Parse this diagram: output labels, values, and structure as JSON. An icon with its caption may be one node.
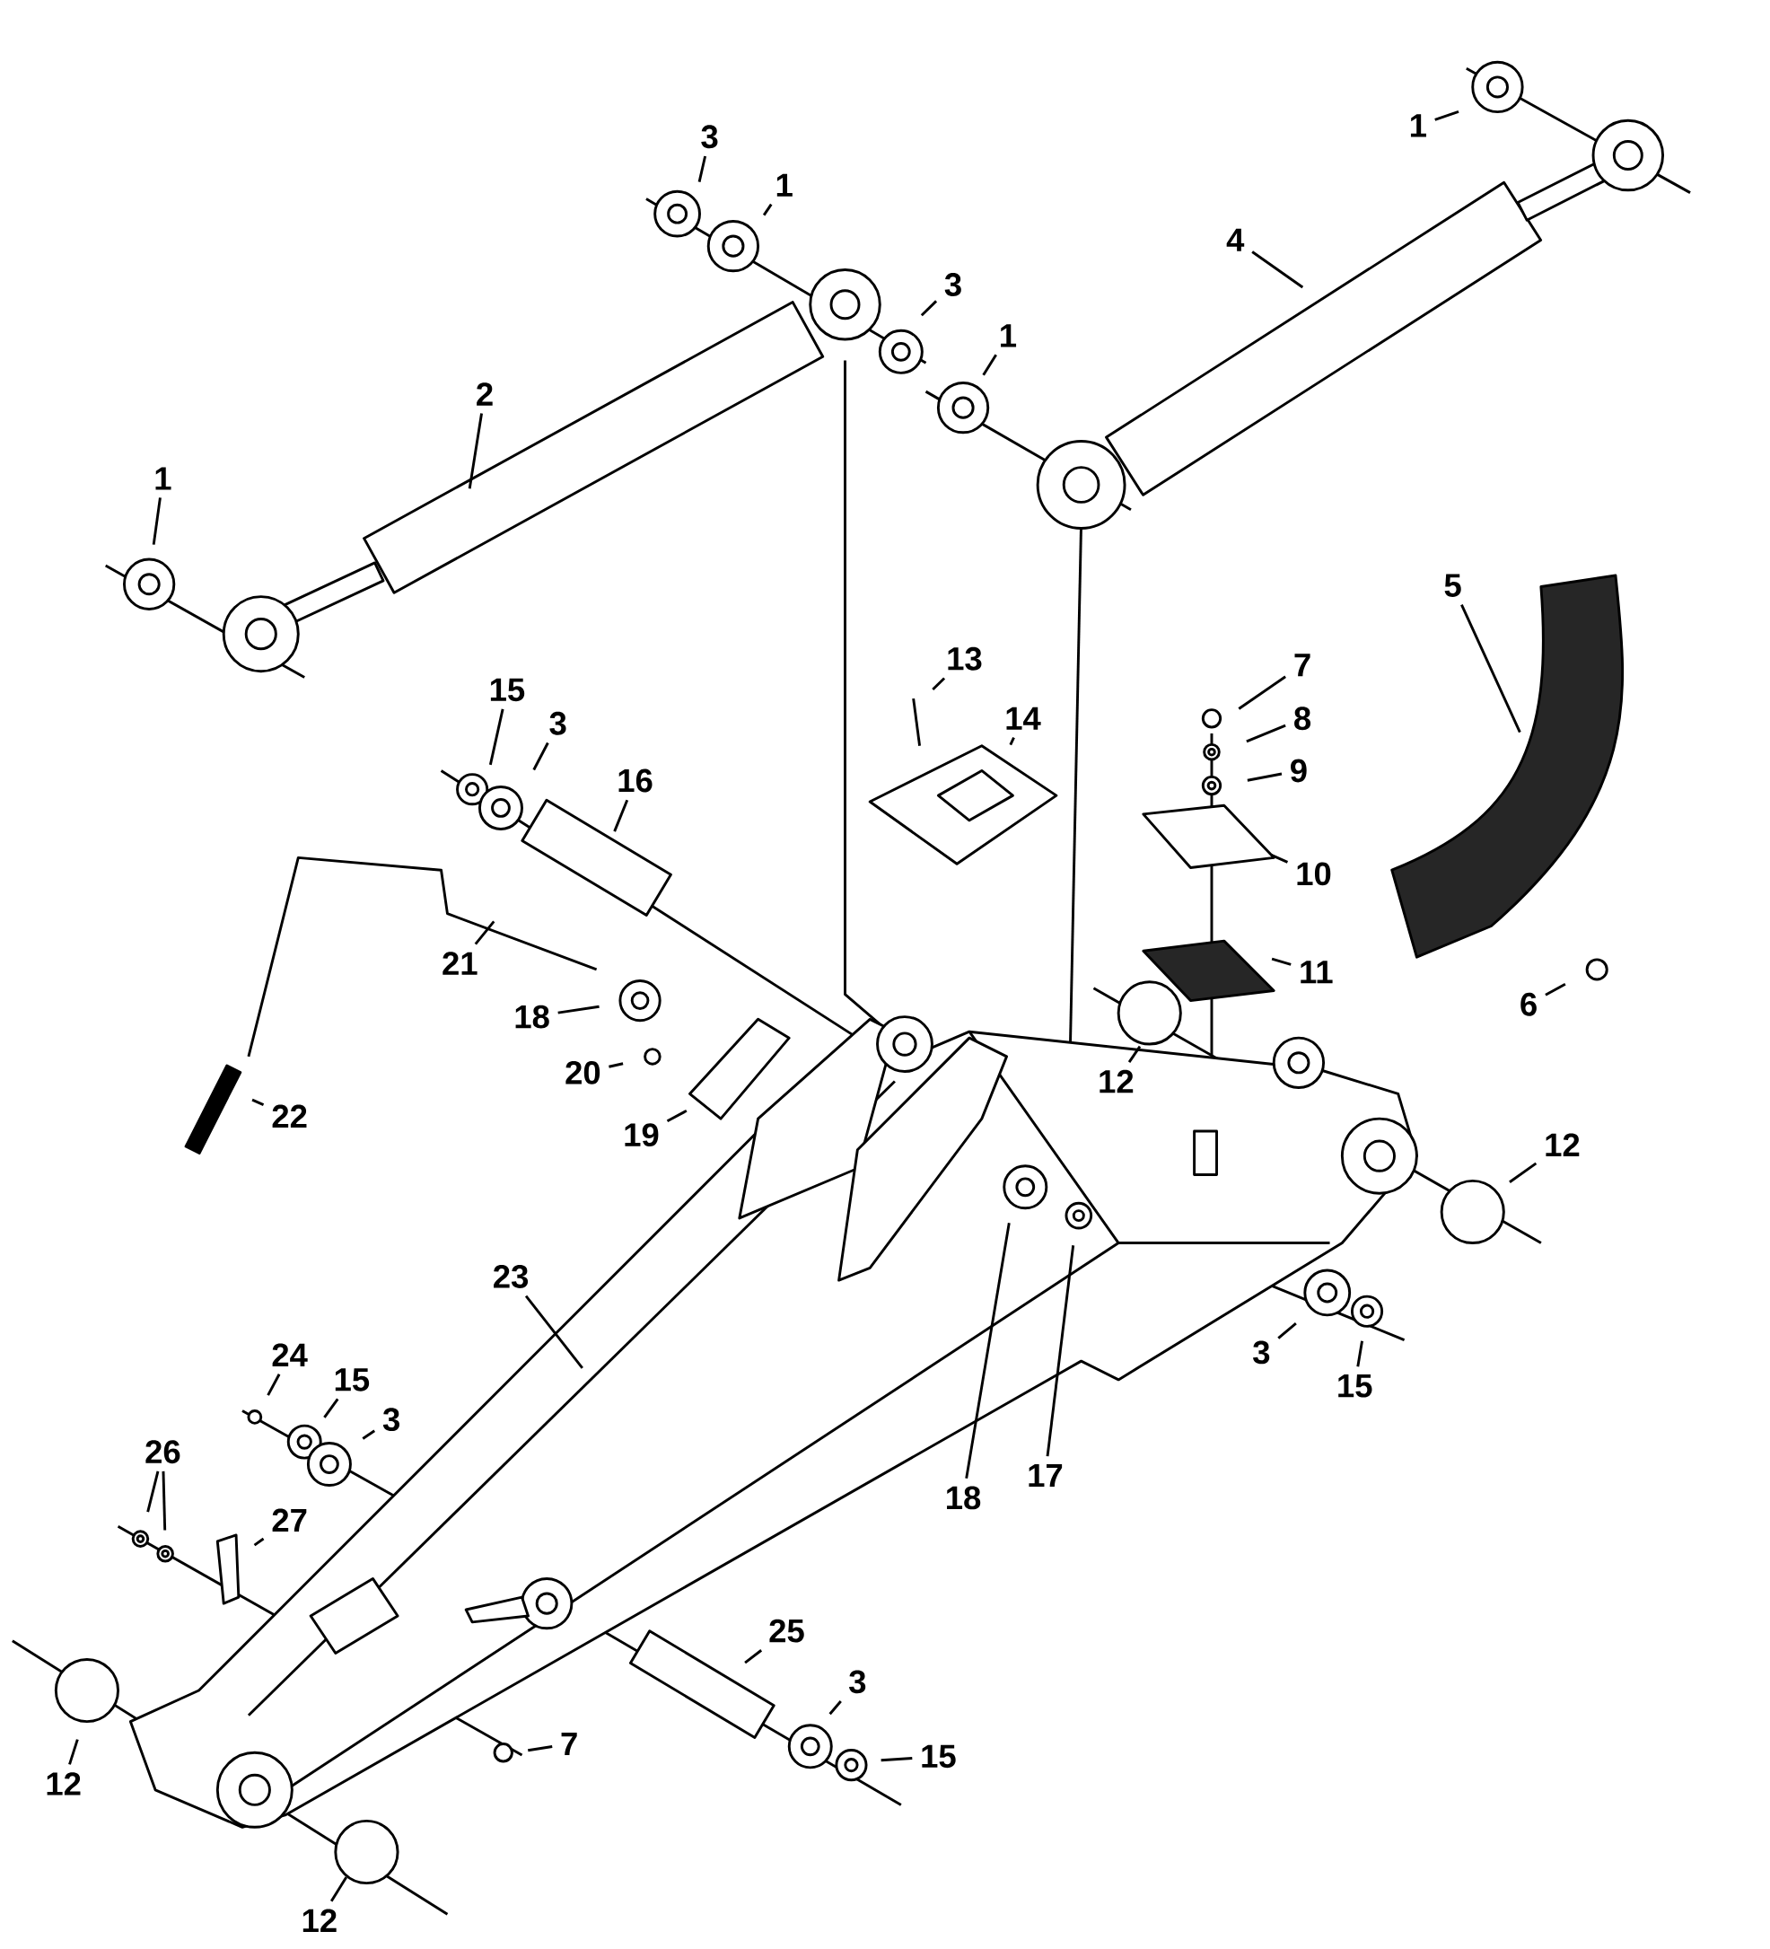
{
  "diagram": {
    "nodes": [
      {
        "text": [
          "1"
        ]
      },
      {
        "text": [
          "1"
        ]
      },
      {
        "text": [
          "3"
        ]
      },
      {
        "text": [
          "1"
        ]
      },
      {
        "text": [
          "3"
        ]
      },
      {
        "text": [
          "1"
        ]
      },
      {
        "text": [
          "2"
        ]
      },
      {
        "text": [
          "4"
        ]
      },
      {
        "text": [
          "5"
        ]
      },
      {
        "text": [
          "13"
        ]
      },
      {
        "text": [
          "14"
        ]
      },
      {
        "text": [
          "7"
        ]
      },
      {
        "text": [
          "8"
        ]
      },
      {
        "text": [
          "9"
        ]
      },
      {
        "text": [
          "10"
        ]
      },
      {
        "text": [
          "11"
        ]
      },
      {
        "text": [
          "6"
        ]
      },
      {
        "text": [
          "15"
        ]
      },
      {
        "text": [
          "3"
        ]
      },
      {
        "text": [
          "16"
        ]
      },
      {
        "text": [
          "21"
        ]
      },
      {
        "text": [
          "18"
        ]
      },
      {
        "text": [
          "22"
        ]
      },
      {
        "text": [
          "20"
        ]
      },
      {
        "text": [
          "19"
        ]
      },
      {
        "text": [
          "12"
        ]
      },
      {
        "text": [
          "12"
        ]
      },
      {
        "text": [
          "23"
        ]
      },
      {
        "text": [
          "3"
        ]
      },
      {
        "text": [
          "15"
        ]
      },
      {
        "text": [
          "18"
        ]
      },
      {
        "text": [
          "17"
        ]
      },
      {
        "text": [
          "24"
        ]
      },
      {
        "text": [
          "15"
        ]
      },
      {
        "text": [
          "3"
        ]
      },
      {
        "text": [
          "26"
        ]
      },
      {
        "text": [
          "27"
        ]
      },
      {
        "text": [
          "25"
        ]
      },
      {
        "text": [
          "3"
        ]
      },
      {
        "text": [
          "15"
        ]
      },
      {
        "text": [
          "7"
        ]
      },
      {
        "text": [
          "12"
        ]
      },
      {
        "text": [
          "12"
        ]
      }
    ],
    "edges": [
      {
        "from": 0,
        "to": null,
        "arrow": "none"
      },
      {
        "from": 1,
        "to": null,
        "arrow": "none"
      },
      {
        "from": 2,
        "to": null,
        "arrow": "none"
      },
      {
        "from": 3,
        "to": null,
        "arrow": "none"
      },
      {
        "from": 4,
        "to": null,
        "arrow": "none"
      },
      {
        "from": 5,
        "to": null,
        "arrow": "none"
      },
      {
        "from": 6,
        "to": null,
        "arrow": "none"
      },
      {
        "from": 7,
        "to": null,
        "arrow": "none"
      },
      {
        "from": 8,
        "to": null,
        "arrow": "none"
      },
      {
        "from": 9,
        "to": null,
        "arrow": "none"
      },
      {
        "from": 10,
        "to": null,
        "arrow": "none"
      },
      {
        "from": 11,
        "to": null,
        "arrow": "none"
      },
      {
        "from": 12,
        "to": null,
        "arrow": "none"
      },
      {
        "from": 13,
        "to": null,
        "arrow": "none"
      },
      {
        "from": 14,
        "to": null,
        "arrow": "none"
      },
      {
        "from": 15,
        "to": null,
        "arrow": "none"
      },
      {
        "from": 16,
        "to": null,
        "arrow": "none"
      },
      {
        "from": 17,
        "to": null,
        "arrow": "none"
      },
      {
        "from": 18,
        "to": null,
        "arrow": "none"
      },
      {
        "from": 19,
        "to": null,
        "arrow": "none"
      },
      {
        "from": 20,
        "to": null,
        "arrow": "none"
      },
      {
        "from": 21,
        "to": null,
        "arrow": "none"
      },
      {
        "from": 22,
        "to": null,
        "arrow": "none"
      },
      {
        "from": 23,
        "to": null,
        "arrow": "none"
      },
      {
        "from": 24,
        "to": null,
        "arrow": "none"
      },
      {
        "from": 25,
        "to": null,
        "arrow": "none"
      },
      {
        "from": 26,
        "to": null,
        "arrow": "none"
      },
      {
        "from": 27,
        "to": null,
        "arrow": "none"
      },
      {
        "from": 28,
        "to": null,
        "arrow": "none"
      },
      {
        "from": 29,
        "to": null,
        "arrow": "none"
      },
      {
        "from": 30,
        "to": null,
        "arrow": "none"
      },
      {
        "from": 31,
        "to": null,
        "arrow": "none"
      },
      {
        "from": 32,
        "to": null,
        "arrow": "none"
      },
      {
        "from": 33,
        "to": null,
        "arrow": "none"
      },
      {
        "from": 34,
        "to": null,
        "arrow": "none"
      },
      {
        "from": 35,
        "to": null,
        "arrow": "none"
      },
      {
        "from": 35,
        "to": null,
        "arrow": "none"
      },
      {
        "from": 36,
        "to": null,
        "arrow": "none"
      },
      {
        "from": 37,
        "to": null,
        "arrow": "none"
      },
      {
        "from": 38,
        "to": null,
        "arrow": "none"
      },
      {
        "from": 39,
        "to": null,
        "arrow": "none"
      },
      {
        "from": 40,
        "to": null,
        "arrow": "none"
      },
      {
        "from": 41,
        "to": null,
        "arrow": "none"
      },
      {
        "from": 42,
        "to": null,
        "arrow": "none"
      }
    ]
  }
}
